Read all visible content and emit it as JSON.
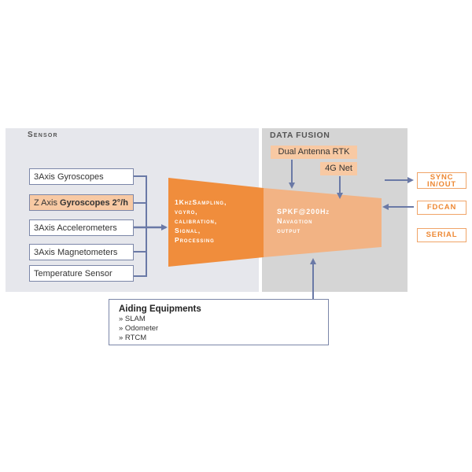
{
  "sensor": {
    "title": "Sensor",
    "items": [
      {
        "text": "3Axis Gyroscopes"
      },
      {
        "prefix": "Z Axis ",
        "bold": "Gyroscopes 2°/h"
      },
      {
        "text": "3Axis Accelerometers"
      },
      {
        "text": "3Axis Magnetometers"
      },
      {
        "text": "Temperature Sensor"
      }
    ]
  },
  "processing": {
    "lines": [
      "1KhzSampling,",
      "vgyro,",
      "calibration,",
      "Signal,",
      "Processing"
    ]
  },
  "fusion": {
    "title": "DATA FUSION",
    "inputs": {
      "rtk": "Dual Antenna RTK",
      "net": "4G Net"
    },
    "lines": [
      "SPKF@200Hz",
      "Navagtion",
      "output"
    ]
  },
  "outputs": {
    "sync_lines": [
      "SYNC",
      "IN/OUT"
    ],
    "fdcan": "FDCAN",
    "serial": "SERIAL"
  },
  "aiding": {
    "title": "Aiding Equipments",
    "items": [
      "» SLAM",
      "» Odometer",
      "» RTCM"
    ]
  },
  "colors": {
    "orange": "#f08d3c",
    "light_orange": "#f8c9a3",
    "arrow": "#6a79a6",
    "box_border": "#7b86a8",
    "sensor_panel": "#e6e7ec",
    "fusion_panel": "#d5d5d5"
  }
}
